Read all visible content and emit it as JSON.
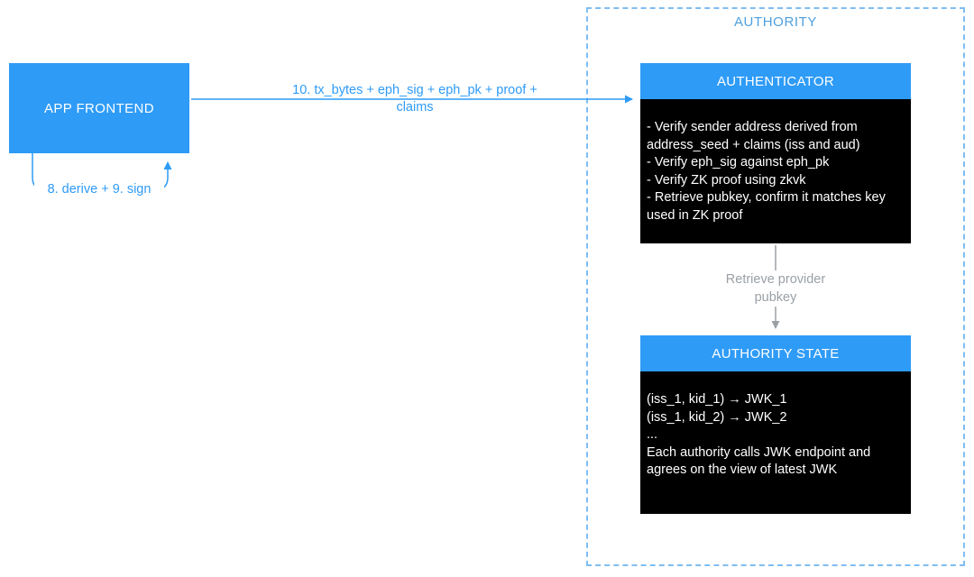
{
  "nodes": {
    "app_frontend": {
      "label": "APP FRONTEND"
    }
  },
  "edges": {
    "self_loop": {
      "label": "8. derive + 9. sign"
    },
    "submit": {
      "label_line1": "10. tx_bytes + eph_sig + eph_pk + proof +",
      "label_line2": "claims"
    },
    "retrieve": {
      "label_line1": "Retrieve provider",
      "label_line2": "pubkey"
    }
  },
  "authority": {
    "title": "AUTHORITY",
    "authenticator": {
      "title": "AUTHENTICATOR",
      "lines": [
        "- Verify sender address derived from address_seed + claims (iss and aud)",
        "- Verify eph_sig against eph_pk",
        "- Verify ZK proof using zkvk",
        "- Retrieve pubkey, confirm it matches key used in ZK proof"
      ]
    },
    "state": {
      "title": "AUTHORITY STATE",
      "lines": [
        "(iss_1, kid_1) → JWK_1",
        "(iss_1, kid_2) → JWK_2",
        "...",
        "Each authority calls JWK endpoint and agrees on the view of latest JWK"
      ]
    }
  },
  "colors": {
    "accent_blue": "#2E9BF7",
    "dashed_frame_blue": "#7FBDF2",
    "authority_title_blue": "#4D9FDE",
    "arrow_gray": "#9AA0A6",
    "block_body_black": "#000000",
    "block_text_white": "#FFFFFF"
  }
}
